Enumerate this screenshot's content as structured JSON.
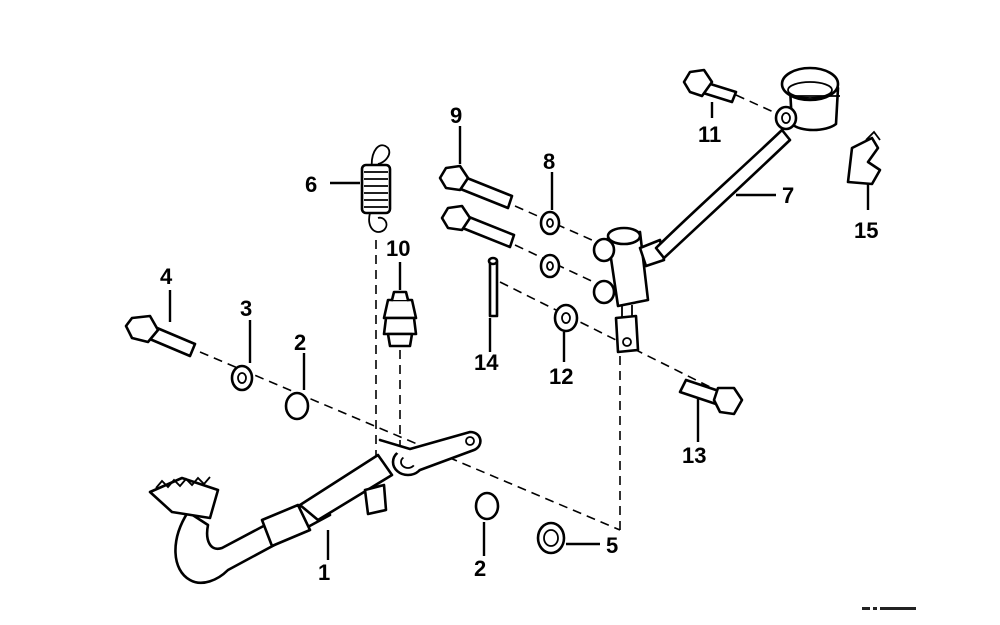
{
  "callouts": [
    {
      "id": "c1",
      "label": "1"
    },
    {
      "id": "c2a",
      "label": "2"
    },
    {
      "id": "c2b",
      "label": "2"
    },
    {
      "id": "c3",
      "label": "3"
    },
    {
      "id": "c4",
      "label": "4"
    },
    {
      "id": "c5",
      "label": "5"
    },
    {
      "id": "c6",
      "label": "6"
    },
    {
      "id": "c7",
      "label": "7"
    },
    {
      "id": "c8",
      "label": "8"
    },
    {
      "id": "c9",
      "label": "9"
    },
    {
      "id": "c10",
      "label": "10"
    },
    {
      "id": "c11",
      "label": "11"
    },
    {
      "id": "c12",
      "label": "12"
    },
    {
      "id": "c13",
      "label": "13"
    },
    {
      "id": "c14",
      "label": "14"
    },
    {
      "id": "c15",
      "label": "15"
    }
  ],
  "colors": {
    "ink": "#000000",
    "background": "#ffffff"
  }
}
